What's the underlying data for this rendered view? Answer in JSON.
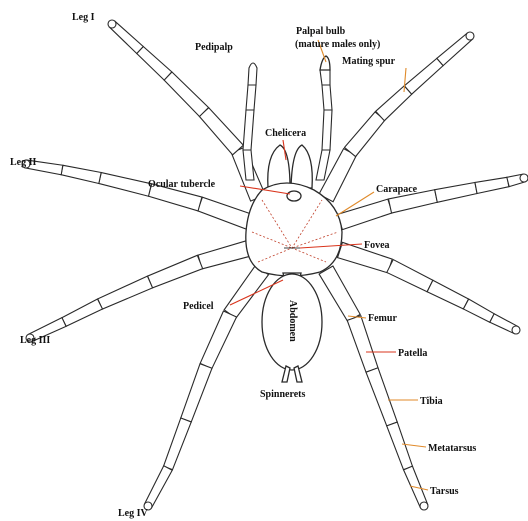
{
  "labels": {
    "leg_i": "Leg I",
    "leg_ii": "Leg II",
    "leg_iii": "Leg III",
    "leg_iv": "Leg IV",
    "pedipalp": "Pedipalp",
    "palpal_bulb_line1": "Palpal bulb",
    "palpal_bulb_line2": "(mature males only)",
    "mating_spur": "Mating spur",
    "chelicera": "Chelicera",
    "ocular_tubercle": "Ocular tubercle",
    "carapace": "Carapace",
    "fovea": "Fovea",
    "pedicel": "Pedicel",
    "abdomen": "Abdomen",
    "spinnerets": "Spinnerets",
    "femur": "Femur",
    "patella": "Patella",
    "tibia": "Tibia",
    "metatarsus": "Metatarsus",
    "tarsus": "Tarsus"
  },
  "colors": {
    "outline": "#2a2a2a",
    "leader_red": "#d9341c",
    "leader_orange": "#e08a2a",
    "label_text": "#111111"
  }
}
